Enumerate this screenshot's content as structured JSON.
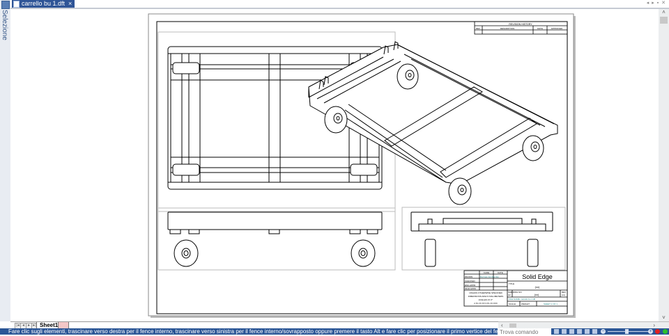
{
  "side_panel": {
    "label": "Selezione"
  },
  "document_tab": {
    "title": "carrello bu 1.dft",
    "close": "×"
  },
  "window_controls": "◂ ▸ ▪ ✕",
  "drawing": {
    "revision_history": {
      "title": "REVISION HISTORY",
      "columns": [
        "REV",
        "DESCRIPTION",
        "DATE",
        "APPROVED"
      ]
    },
    "title_block": {
      "headers": [
        "NAME",
        "DATE"
      ],
      "rows": [
        {
          "label": "DRAWN",
          "value": "Darmas Gimbhertas"
        },
        {
          "label": "CHECKED",
          "value": ""
        },
        {
          "label": "ENG APPR",
          "value": ""
        },
        {
          "label": "MGR APPR",
          "value": ""
        }
      ],
      "notes": [
        "UNLESS OTHERWISE SPECIFIED",
        "DIMENSIONS ARE IN MILLIMETERS",
        "ANGLES ±X.X°",
        "2 PL ±X.XX 3 PL ±X.XXX"
      ],
      "company": "Solid Edge",
      "title_label": "TITLE",
      "title_value": "(xx)",
      "size_label": "SIZE",
      "size_value": "A2",
      "dwg_no_label": "DWG NO",
      "dwg_no_value": "(xx)",
      "rev_label": "REV",
      "rev_value": "(xx)",
      "file_name": "FILE NAME: carrello bu 1.dft",
      "scale_label": "SCALE:",
      "weight_label": "WEIGHT:",
      "sheet_label": "SHEET 1 OF 1"
    }
  },
  "sheet_tabs": {
    "nav": [
      "|◂",
      "◂",
      "▸",
      "▸|"
    ],
    "active": "Sheet1"
  },
  "statusbar": {
    "message": "Fare clic sugli elementi, trascinare verso destra per il fence interno, trascinare verso sinistra per il fence interno/sovrapposto oppure premere il tasto Alt e fare clic per posizionare il primo vertice del fence poligonale.",
    "command_placeholder": "Trova comando",
    "colors": {
      "bar": "#2b5696",
      "red": "#e02020",
      "green": "#2cc02c"
    }
  }
}
